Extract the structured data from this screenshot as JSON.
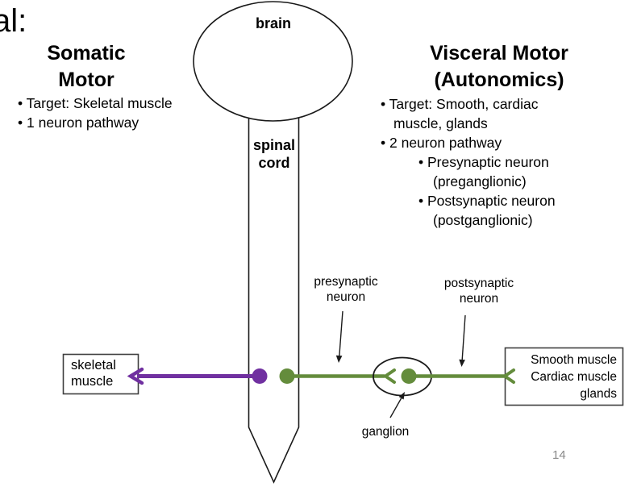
{
  "slide": {
    "title_fragment": "al:",
    "page_number": "14"
  },
  "somatic": {
    "title_line1": "Somatic",
    "title_line2": "Motor",
    "bullets": [
      "• Target: Skeletal muscle",
      "• 1 neuron pathway"
    ]
  },
  "visceral": {
    "title_line1": "Visceral Motor",
    "title_line2": "(Autonomics)",
    "lines": [
      "• Target: Smooth, cardiac",
      "muscle, glands",
      "• 2 neuron pathway",
      "• Presynaptic neuron",
      "(preganglionic)",
      "• Postsynaptic neuron",
      "(postganglionic)"
    ]
  },
  "diagram": {
    "brain_label": "brain",
    "spinal_cord_line1": "spinal",
    "spinal_cord_line2": "cord",
    "presynaptic_line1": "presynaptic",
    "presynaptic_line2": "neuron",
    "postsynaptic_line1": "postsynaptic",
    "postsynaptic_line2": "neuron",
    "ganglion_label": "ganglion",
    "skeletal_box_line1": "skeletal",
    "skeletal_box_line2": "muscle",
    "target_box_line1": "Smooth muscle",
    "target_box_line2": "Cardiac muscle",
    "target_box_line3": "glands",
    "colors": {
      "somatic_purple": "#7030A0",
      "visceral_green": "#648C3C",
      "outline_black": "#1a1a1a",
      "box_border": "#3f3f3f"
    }
  }
}
